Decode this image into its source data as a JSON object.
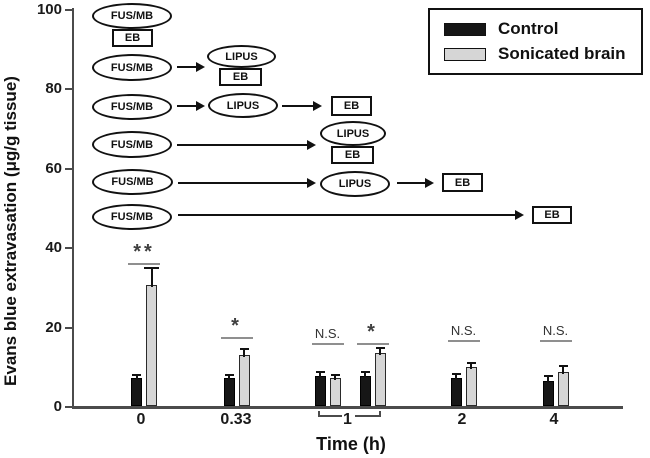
{
  "legend": {
    "items": [
      {
        "label": "Control",
        "color": "#161616"
      },
      {
        "label": "Sonicated brain",
        "color": "#d6d6d6"
      }
    ]
  },
  "diagram": {
    "rows": [
      {
        "items": [
          {
            "type": "oval",
            "label": "FUS/MB"
          },
          {
            "type": "box",
            "label": "EB"
          }
        ]
      },
      {
        "items": [
          {
            "type": "oval",
            "label": "FUS/MB"
          },
          {
            "type": "arrow"
          },
          {
            "type": "oval",
            "label": "LIPUS"
          },
          {
            "type": "box",
            "label": "EB"
          }
        ]
      },
      {
        "items": [
          {
            "type": "oval",
            "label": "FUS/MB"
          },
          {
            "type": "arrow"
          },
          {
            "type": "oval",
            "label": "LIPUS"
          },
          {
            "type": "arrow"
          },
          {
            "type": "box",
            "label": "EB"
          }
        ]
      },
      {
        "items": [
          {
            "type": "oval",
            "label": "FUS/MB"
          },
          {
            "type": "arrow"
          },
          {
            "type": "oval",
            "label": "LIPUS"
          },
          {
            "type": "box",
            "label": "EB"
          }
        ]
      },
      {
        "items": [
          {
            "type": "oval",
            "label": "FUS/MB"
          },
          {
            "type": "arrow"
          },
          {
            "type": "oval",
            "label": "LIPUS"
          },
          {
            "type": "arrow"
          },
          {
            "type": "box",
            "label": "EB"
          }
        ]
      },
      {
        "items": [
          {
            "type": "oval",
            "label": "FUS/MB"
          },
          {
            "type": "arrow"
          },
          {
            "type": "box",
            "label": "EB"
          }
        ]
      }
    ]
  },
  "chart_data": {
    "type": "bar",
    "title": "",
    "xlabel": "Time (h)",
    "ylabel": "Evans blue extravasation (μg/g tissue)",
    "ylim": [
      0,
      100
    ],
    "yticks": [
      0,
      20,
      40,
      60,
      80,
      100
    ],
    "x_tick_labels": [
      "0",
      "0.33",
      "1",
      "2",
      "4"
    ],
    "bracket_label": "1",
    "group_categories": [
      "0",
      "0.33",
      "1",
      "1",
      "2",
      "4"
    ],
    "series": [
      {
        "name": "Control",
        "color": "#161616",
        "values": [
          7.3,
          7.3,
          7.8,
          7.8,
          7.3,
          6.5
        ],
        "errors": [
          0.8,
          0.8,
          1.0,
          0.9,
          1.0,
          1.2
        ]
      },
      {
        "name": "Sonicated brain",
        "color": "#d6d6d6",
        "values": [
          30.7,
          13.1,
          7.4,
          13.6,
          10.1,
          8.8
        ],
        "errors": [
          4.3,
          1.4,
          0.6,
          1.3,
          1.0,
          1.5
        ]
      }
    ],
    "significance": [
      "**",
      "*",
      "N.S.",
      "*",
      "N.S.",
      "N.S."
    ],
    "legend_position": "top-right",
    "grid": false
  }
}
